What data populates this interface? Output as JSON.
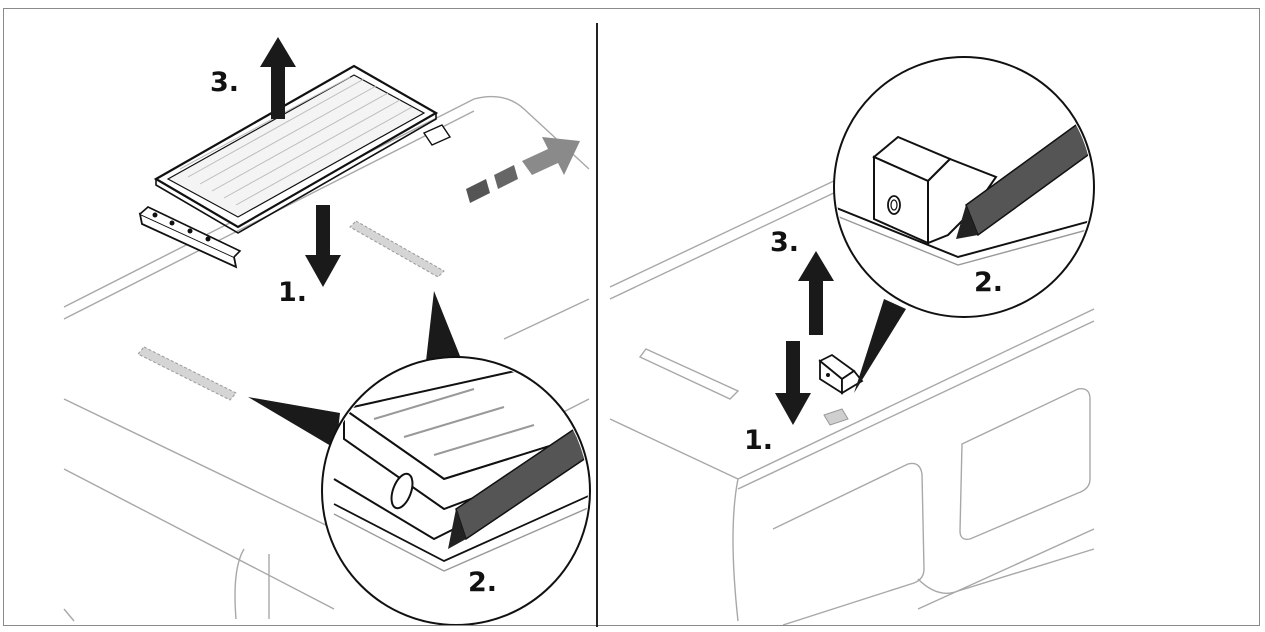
{
  "corner_glyph": "",
  "left_panel": {
    "steps": {
      "step1": "1.",
      "step2": "2.",
      "step3": "3."
    }
  },
  "right_panel": {
    "steps": {
      "step1": "1.",
      "step2": "2.",
      "step3": "3."
    }
  },
  "colors": {
    "line": "#111111",
    "light_line": "#9a9a9a",
    "arrow_dark": "#1a1a1a",
    "arrow_grey": "#777777",
    "hatch": "#bdbdbd"
  }
}
